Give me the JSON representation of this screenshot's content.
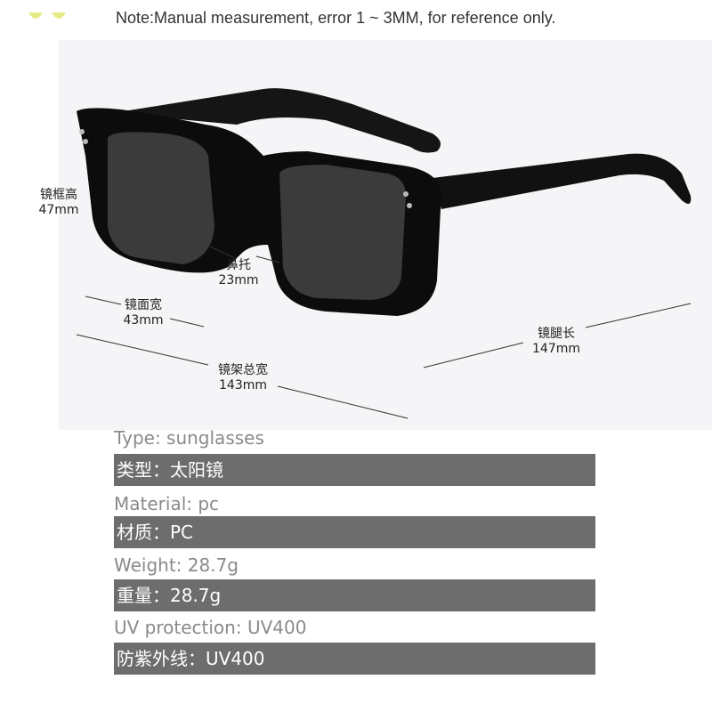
{
  "note": "Note:Manual measurement, error 1 ~ 3MM, for reference only.",
  "brand_color": "#e8ec8a",
  "measurements": {
    "frame_height_label": "镜框高",
    "frame_height_value": "47mm",
    "nose_bridge_label": "鼻托",
    "nose_bridge_value": "23mm",
    "lens_width_label": "镜面宽",
    "lens_width_value": "43mm",
    "total_width_label": "镜架总宽",
    "total_width_value": "143mm",
    "temple_length_label": "镜腿长",
    "temple_length_value": "147mm"
  },
  "specs": [
    {
      "label": "Type: sunglasses",
      "bar": "类型：太阳镜"
    },
    {
      "label": "Material: pc",
      "bar": "材质：PC"
    },
    {
      "label": "Weight: 28.7g",
      "bar": "重量：28.7g"
    },
    {
      "label": "UV protection: UV400",
      "bar": "防紫外线：UV400"
    }
  ]
}
